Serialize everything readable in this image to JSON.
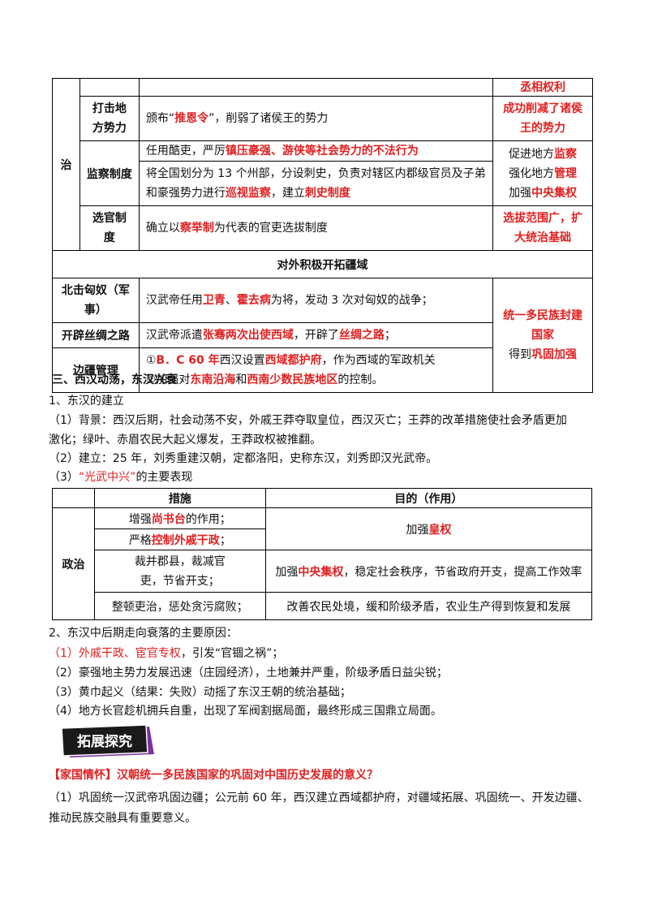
{
  "top_table": {
    "side_label": "治",
    "rows": [
      {
        "label": "",
        "measure": [
          {
            "t": ""
          }
        ],
        "effect": [
          {
            "t": "丞相权利",
            "r": true
          }
        ]
      },
      {
        "label": "打击地方势力",
        "measure": [
          {
            "t": "颁布“"
          },
          {
            "t": "推恩令",
            "r": true
          },
          {
            "t": "”，削弱了诸侯王的势力"
          }
        ],
        "effect": [
          {
            "t": "成功削减了诸侯王的势力",
            "r": true
          }
        ]
      },
      {
        "label": "监察制度",
        "measure": [
          {
            "t": "任用酷吏，严厉"
          },
          {
            "t": "镇压豪强、游侠等社会势力的不法行为",
            "r": true
          }
        ],
        "effect": [
          {
            "t": "促进地方"
          },
          {
            "t": "监察",
            "r": true
          }
        ]
      },
      {
        "label": "",
        "measure": [
          {
            "t": "将全国划分为 13 个州部，分设刺史，负责对辖区内郡级官员及子弟和豪强势力进行"
          },
          {
            "t": "巡视监察",
            "r": true
          },
          {
            "t": "，建立"
          },
          {
            "t": "刺史制度",
            "r": true
          }
        ],
        "effect": [
          {
            "t": "强化地方"
          },
          {
            "t": "管理",
            "r": true
          },
          {
            "t": "\n加强"
          },
          {
            "t": "中央集权",
            "r": true
          }
        ]
      },
      {
        "label": "选官制度",
        "measure": [
          {
            "t": "确立以"
          },
          {
            "t": "察举制",
            "r": true
          },
          {
            "t": "为代表的官吏选拔制度"
          }
        ],
        "effect": [
          {
            "t": "选拔范围广，扩大统治基础",
            "r": true
          }
        ]
      }
    ],
    "section_header": "对外积极开拓疆域",
    "outer_rows": [
      {
        "label": "北击匈奴（军事）",
        "measure": [
          {
            "t": "汉武帝任用"
          },
          {
            "t": "卫青",
            "r": true
          },
          {
            "t": "、"
          },
          {
            "t": "霍去病",
            "r": true
          },
          {
            "t": "为将，发动 3 次对匈奴的战争；"
          }
        ]
      },
      {
        "label": "开辟丝绸之路",
        "measure": [
          {
            "t": "汉武帝派遣"
          },
          {
            "t": "张骞两次出使西域",
            "r": true
          },
          {
            "t": "，开辟了"
          },
          {
            "t": "丝绸之路",
            "r": true
          },
          {
            "t": "；"
          }
        ]
      },
      {
        "label": "边疆管理",
        "measure": [
          {
            "t": "①"
          },
          {
            "t": "B．C 60 年",
            "r": true
          },
          {
            "t": "西汉设置"
          },
          {
            "t": "西域都护府",
            "r": true
          },
          {
            "t": "，作为西域的军政机关\n②加强对"
          },
          {
            "t": "东南沿海",
            "r": true
          },
          {
            "t": "和"
          },
          {
            "t": "西南少数民族地区",
            "r": true
          },
          {
            "t": "的控制。"
          }
        ]
      }
    ],
    "outer_effect": [
      {
        "t": "统一多民族封建国家",
        "r": true
      },
      {
        "t": "\n得到"
      },
      {
        "t": "巩固加强",
        "r": true
      }
    ]
  },
  "section3_title": "三、西汉动荡，东汉兴衰",
  "p_establish": "1、东汉的建立",
  "p_bg_1": "（1）背景：西汉后期，社会动荡不安，外戚王莽夺取皇位，西汉灭亡；王莽的改革措施使社会矛盾更加",
  "p_bg_2": "激化；绿叶、赤眉农民大起义爆发，王莽政权被推翻。",
  "p_build": "（2）建立：25 年，刘秀重建汉朝，定都洛阳，史称东汉，刘秀即汉光武帝。",
  "p_gw_pre": "（3）",
  "p_gw_red": "“光武中兴”",
  "p_gw_post": "的主要表现",
  "mid_table": {
    "h_measure": "措施",
    "h_purpose": "目的（作用）",
    "side": "政治",
    "r1": [
      {
        "t": "增强"
      },
      {
        "t": "尚书台",
        "r": true
      },
      {
        "t": "的作用；"
      }
    ],
    "r2": [
      {
        "t": "严格"
      },
      {
        "t": "控制外戚干政",
        "r": true
      },
      {
        "t": "；"
      }
    ],
    "p12": [
      {
        "t": "加强"
      },
      {
        "t": "皇权",
        "r": true
      }
    ],
    "r3": [
      {
        "t": "裁并郡县，裁减官吏，节省开支；"
      }
    ],
    "p3": [
      {
        "t": "加强"
      },
      {
        "t": "中央集权",
        "r": true
      },
      {
        "t": "，稳定社会秩序，节省政府开支，提高工作效率"
      }
    ],
    "r4": [
      {
        "t": "整顿吏治，惩处贪污腐败；"
      }
    ],
    "p4": [
      {
        "t": "改善农民处境，缓和阶级矛盾，农业生产得到恢复和发展"
      }
    ]
  },
  "p_decline": "2、东汉中后期走向衰落的主要原因：",
  "p_d1_red": "（1）外戚干政、宦官专权",
  "p_d1_post": "，引发“官锢之祸”；",
  "p_d2": "（2）豪强地主势力发展迅速（庄园经济），土地兼并严重，阶级矛盾日益尖锐；",
  "p_d3": "（3）黄巾起义（结果：失败）动摇了东汉王朝的统治基础；",
  "p_d4": "（4）地方长官趁机拥兵自重，出现了军阀割据局面，最终形成三国鼎立局面。",
  "banner_text": "拓展探究",
  "q_tag": "【家国情怀】",
  "q_text": "汉朝统一多民族国家的巩固对中国历史发展的意义？",
  "a1_1": "（1）巩固统一汉武帝巩固边疆；公元前 60 年，西汉建立西域都护府，对疆域拓展、巩固统一、开发边疆、",
  "a1_2": "推动民族交融具有重要意义。",
  "colors": {
    "accent_red": "#e02020",
    "banner_purple": "#7b2fa0",
    "banner_black": "#1a1a1a"
  }
}
